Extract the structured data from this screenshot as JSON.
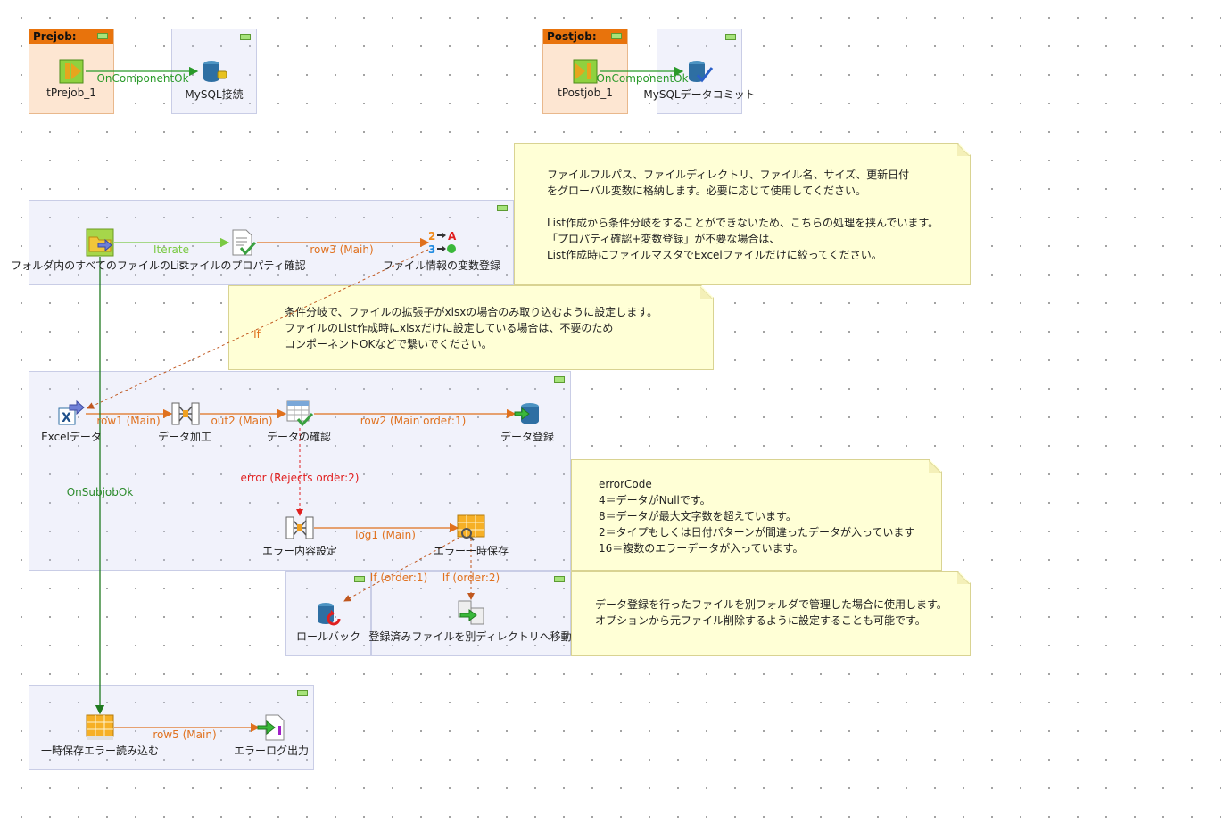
{
  "prejob": {
    "title": "Prejob:",
    "start": "tPrejob_1",
    "connection": "OnComponentOk",
    "target": "MySQL接続"
  },
  "postjob": {
    "title": "Postjob:",
    "start": "tPostjob_1",
    "connection": "OnComponentOk",
    "target": "MySQLデータコミット"
  },
  "notes": {
    "n1": "ファイルフルパス、ファイルディレクトリ、ファイル名、サイズ、更新日付\nをグローバル変数に格納します。必要に応じて使用してください。\n\nList作成から条件分岐をすることができないため、こちらの処理を挟んでいます。\n「プロパティ確認+変数登録」が不要な場合は、\nList作成時にファイルマスタでExcelファイルだけに絞ってください。",
    "n2": "条件分岐で、ファイルの拡張子がxlsxの場合のみ取り込むように設定します。\nファイルのList作成時にxlsxだけに設定している場合は、不要のため\nコンポーネントOKなどで繋いでください。",
    "n3": "errorCode\n4＝データがNullです。\n8＝データが最大文字数を超えています。\n2＝タイプもしくは日付パターンが間違ったデータが入っています\n16＝複数のエラーデータが入っています。",
    "n4": "データ登録を行ったファイルを別フォルダで管理した場合に使用します。\nオプションから元ファイル削除するように設定することも可能です。"
  },
  "components": {
    "filelist": "フォルダ内のすべてのファイルのList",
    "fileprops": "ファイルのプロパティ確認",
    "setvars": "ファイル情報の変数登録",
    "excel": "Excelデータ",
    "process": "データ加工",
    "check": "データの確認",
    "register": "データ登録",
    "errset": "エラー内容設定",
    "errtemp": "エラー一時保存",
    "rollback": "ロールバック",
    "move": "登録済みファイルを別ディレクトリへ移動",
    "readtemp": "一時保存エラー読み込む",
    "errlog": "エラーログ出力"
  },
  "links": {
    "iterate": "Iterate",
    "row3": "row3 (Main)",
    "if1": "If",
    "row1": "row1 (Main)",
    "out2": "out2 (Main)",
    "row2": "row2 (Main order:1)",
    "error": "error (Rejects order:2)",
    "log1": "log1 (Main)",
    "ifo1": "If (order:1)",
    "ifo2": "If (order:2)",
    "onsubjob": "OnSubjobOk",
    "row5": "row5 (Main)"
  },
  "colors": {
    "main_link": "#e0711e",
    "ok_link": "#2a9a2a",
    "reject_link": "#e02020",
    "subjob_header": "#e8730c"
  }
}
